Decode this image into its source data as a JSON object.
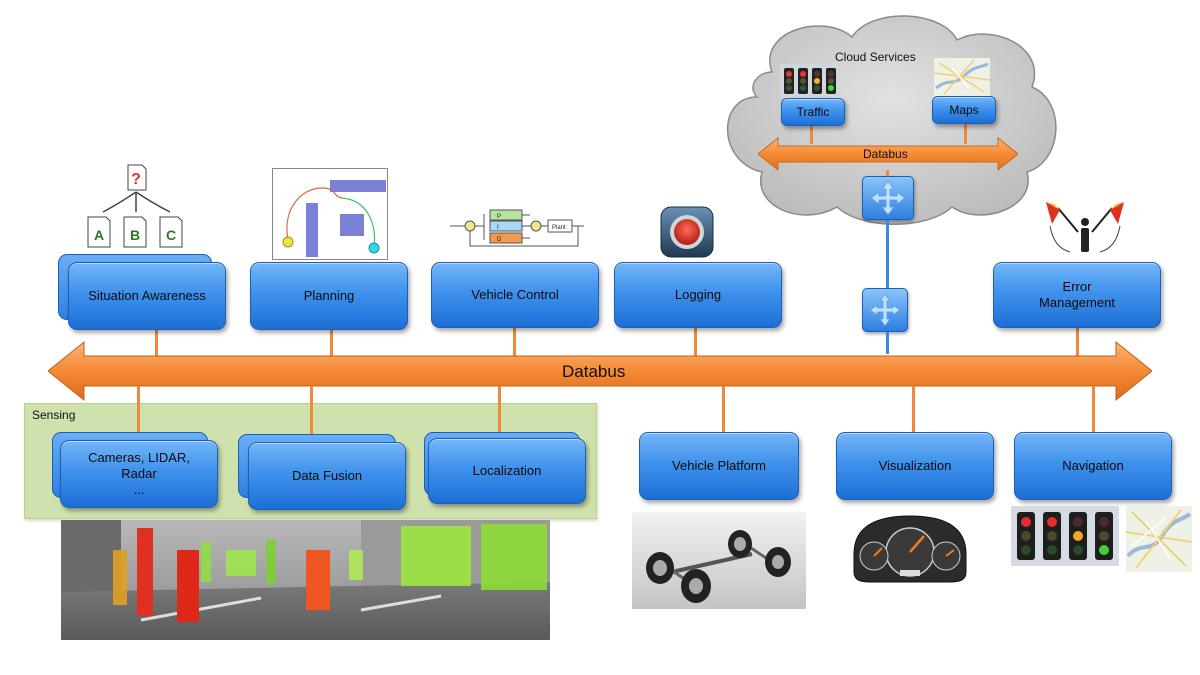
{
  "main_bus": {
    "label": "Databus"
  },
  "cloud": {
    "title": "Cloud Services",
    "bus_label": "Databus",
    "nodes": {
      "traffic": "Traffic",
      "maps": "Maps"
    }
  },
  "sensing": {
    "title": "Sensing"
  },
  "top_nodes": {
    "situation_awareness": "Situation Awareness",
    "planning": "Planning",
    "vehicle_control": "Vehicle Control",
    "logging": "Logging",
    "error_management_1": "Error",
    "error_management_2": "Management"
  },
  "bottom_nodes": {
    "sensors_1": "Cameras, LIDAR,",
    "sensors_2": "Radar",
    "sensors_3": "...",
    "data_fusion": "Data Fusion",
    "localization": "Localization",
    "vehicle_platform": "Vehicle Platform",
    "visualization": "Visualization",
    "navigation": "Navigation"
  },
  "icons": {
    "situation": {
      "question": "?",
      "a": "A",
      "b": "B",
      "c": "C"
    },
    "block": {
      "p": "P",
      "i": "I",
      "d": "D",
      "plant": "Plant"
    }
  },
  "colors": {
    "bus_orange": "#f58a35",
    "node_blue": "#3f92ec",
    "sensing_green": "#cfe2ad",
    "cloud_gray": "#c8c8c8"
  }
}
